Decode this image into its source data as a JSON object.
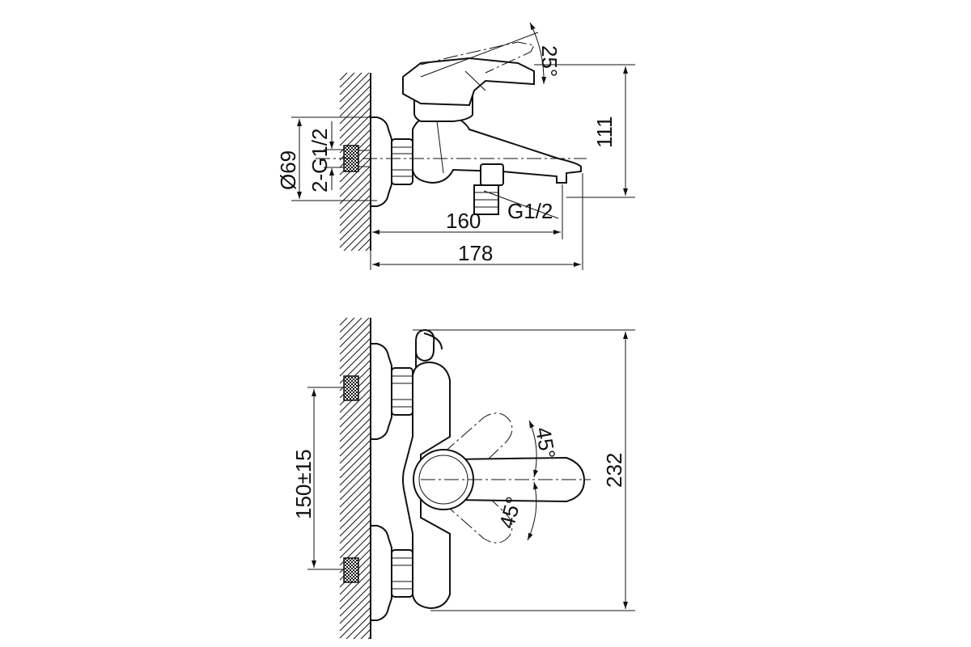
{
  "side_view": {
    "dim_angle": "25°",
    "dim_height": "111",
    "dim_flange_diameter": "Ø69",
    "dim_inlet_thread": "2-G1/2",
    "dim_outlet_thread": "G1/2",
    "dim_outlet_distance": "160",
    "dim_total_depth": "178"
  },
  "front_view": {
    "dim_height": "232",
    "dim_inlet_spacing": "150±15",
    "dim_angle_up": "45°",
    "dim_angle_down": "45°"
  },
  "colors": {
    "line": "#111111",
    "background": "#ffffff"
  }
}
